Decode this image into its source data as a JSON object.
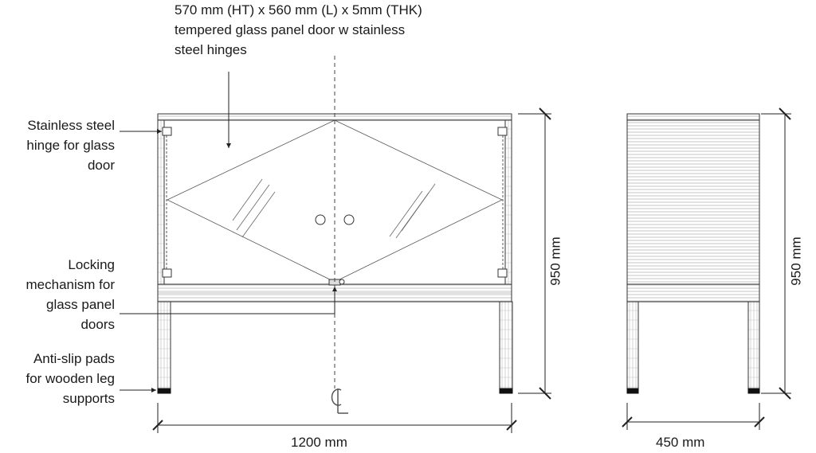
{
  "annotations": {
    "top_note_line1": "570 mm (HT) x 560 mm (L) x 5mm (THK)",
    "top_note_line2": "tempered glass panel door w stainless",
    "top_note_line3": "steel hinges",
    "hinge_line1": "Stainless steel",
    "hinge_line2": "hinge for glass",
    "hinge_line3": "door",
    "lock_line1": "Locking",
    "lock_line2": "mechanism for",
    "lock_line3": "glass panel",
    "lock_line4": "doors",
    "pads_line1": "Anti-slip pads",
    "pads_line2": "for wooden leg",
    "pads_line3": "supports"
  },
  "dimensions": {
    "front_width": "1200 mm",
    "front_height": "950 mm",
    "side_width": "450 mm",
    "side_height": "950 mm"
  },
  "centerline_symbol": "CL",
  "colors": {
    "line": "#333333",
    "wood_grain": "#9a9a9a",
    "pad": "#111111"
  }
}
